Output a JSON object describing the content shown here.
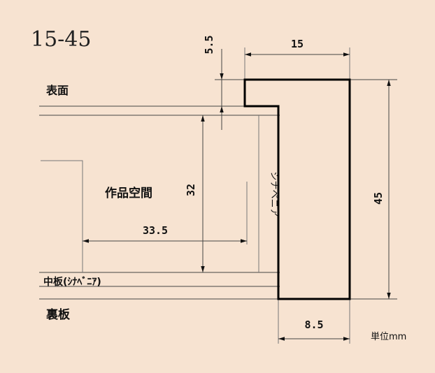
{
  "diagram": {
    "title": "15-45",
    "labels": {
      "surface": "表面",
      "artwork_space": "作品空間",
      "middle_board": "中板(ｼﾅﾍﾞﾆｱ)",
      "back_board": "裏板",
      "plywood": "シナベニア",
      "unit": "単位mm"
    },
    "dimensions": {
      "lip_depth": "5.5",
      "frame_width": "15",
      "artwork_depth": "32",
      "frame_height": "45",
      "space_width": "33.5",
      "lower_width": "8.5"
    }
  }
}
